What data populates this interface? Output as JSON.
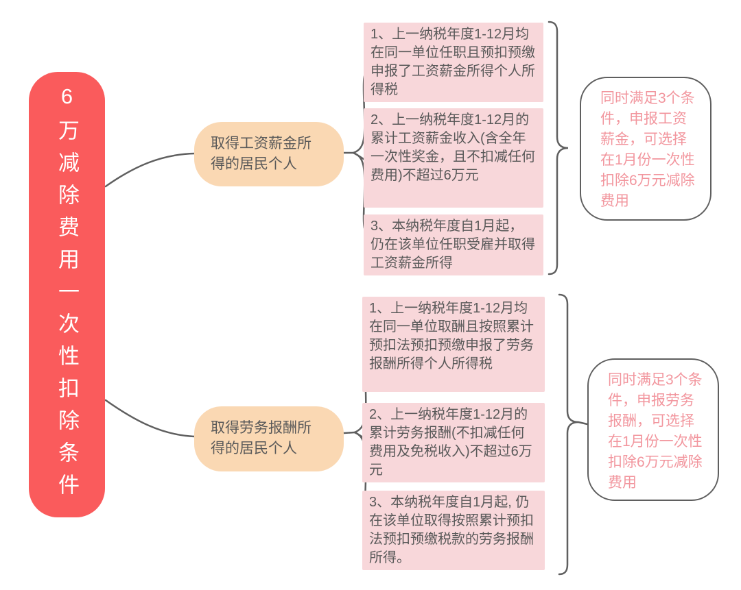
{
  "diagram_title": "6万减除费用一次性扣除条件",
  "colors": {
    "red": "#FA5B5C",
    "peach": "#FAD8B3",
    "pink": "#F8D7DA",
    "text-dark": "#595959",
    "text-pink": "#F2969E",
    "line": "#5F5F5F"
  },
  "root": {
    "label": "6万减除费用一次性扣除条件"
  },
  "branches": [
    {
      "label": "取得工资薪金所得的居民个人",
      "conditions": [
        "1、上一纳税年度1-12月均在同一单位任职且预扣预缴申报了工资薪金所得个人所得税",
        "2、上一纳税年度1-12月的累计工资薪金收入(含全年一次性奖金，且不扣减任何费用)不超过6万元",
        "3、本纳税年度自1月起，仍在该单位任职受雇并取得工资薪金所得"
      ],
      "result": "同时满足3个条件，申报工资薪金，可选择在1月份一次性扣除6万元减除费用"
    },
    {
      "label": "取得劳务报酬所得的居民个人",
      "conditions": [
        "1、上一纳税年度1-12月均在同一单位取酬且按照累计预扣法预扣预缴申报了劳务报酬所得个人所得税",
        "2、上一纳税年度1-12月的累计劳务报酬(不扣减任何费用及免税收入)不超过6万元",
        "3、本纳税年度自1月起, 仍在该单位取得按照累计预扣法预扣预缴税款的劳务报酬所得。"
      ],
      "result": "同时满足3个条件，申报劳务报酬，可选择在1月份一次性扣除6万元减除费用"
    }
  ]
}
